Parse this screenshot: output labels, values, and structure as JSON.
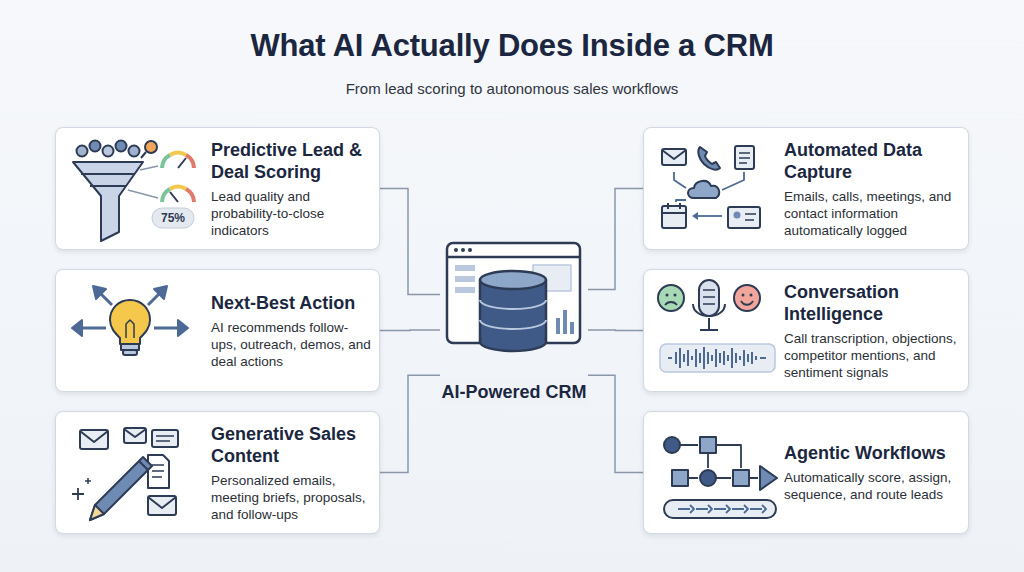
{
  "diagram": {
    "title": "What AI Actually Does Inside a CRM",
    "caption": "From lead scoring to autonomous sales workflows",
    "nodes": [
      {
        "text": [
          "Predictive Lead & Deal Scoring",
          "Lead quality and probability-to-close indicators"
        ]
      },
      {
        "text": [
          "Next-Best Action",
          "AI recommends follow-ups, outreach, demos, and deal actions"
        ]
      },
      {
        "text": [
          "Generative Sales Content",
          "Personalized emails, meeting briefs, proposals, and follow-ups"
        ]
      },
      {
        "text": [
          "AI-Powered CRM"
        ]
      },
      {
        "text": [
          "Automated Data Capture",
          "Emails, calls, meetings, and contact information automatically logged"
        ]
      },
      {
        "text": [
          "Conversation Intelligence",
          "Call transcription, objections, competitor mentions, and sentiment signals"
        ]
      },
      {
        "text": [
          "Agentic Workflows",
          "Automatically score, assign, sequence, and route leads"
        ]
      }
    ],
    "edges": [
      {
        "from": 3,
        "to": 0,
        "arrow": "none"
      },
      {
        "from": 3,
        "to": 1,
        "arrow": "none"
      },
      {
        "from": 3,
        "to": 2,
        "arrow": "none"
      },
      {
        "from": 3,
        "to": 4,
        "arrow": "none"
      },
      {
        "from": 3,
        "to": 5,
        "arrow": "none"
      },
      {
        "from": 3,
        "to": 6,
        "arrow": "none"
      }
    ],
    "labels": [
      "75%"
    ]
  }
}
